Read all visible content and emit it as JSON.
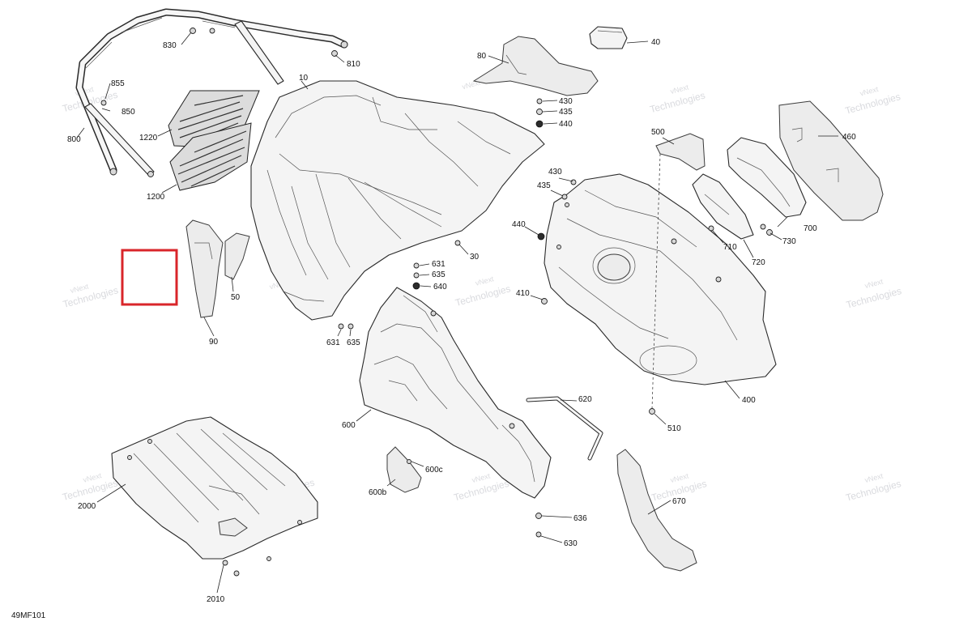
{
  "diagram": {
    "code": "49MF101",
    "watermark": {
      "line1": "vNext",
      "line2": "Technologies",
      "combined": "vNext Technologies"
    },
    "callouts": {
      "c10": "10",
      "c30": "30",
      "c40": "40",
      "c50": "50",
      "c80": "80",
      "c90": "90",
      "c400": "400",
      "c410": "410",
      "c430a": "430",
      "c430b": "430",
      "c435a": "435",
      "c435b": "435",
      "c440a": "440",
      "c440b": "440",
      "c460": "460",
      "c500": "500",
      "c510": "510",
      "c600": "600",
      "c600b": "600b",
      "c600c": "600c",
      "c620": "620",
      "c630": "630",
      "c631a": "631",
      "c631b": "631",
      "c635a": "635",
      "c635b": "635",
      "c636": "636",
      "c640": "640",
      "c670": "670",
      "c700": "700",
      "c710": "710",
      "c720": "720",
      "c730": "730",
      "c800": "800",
      "c810": "810",
      "c830": "830",
      "c850": "850",
      "c855": "855",
      "c1200": "1200",
      "c1220": "1220",
      "c2000": "2000",
      "c2010": "2010"
    }
  }
}
